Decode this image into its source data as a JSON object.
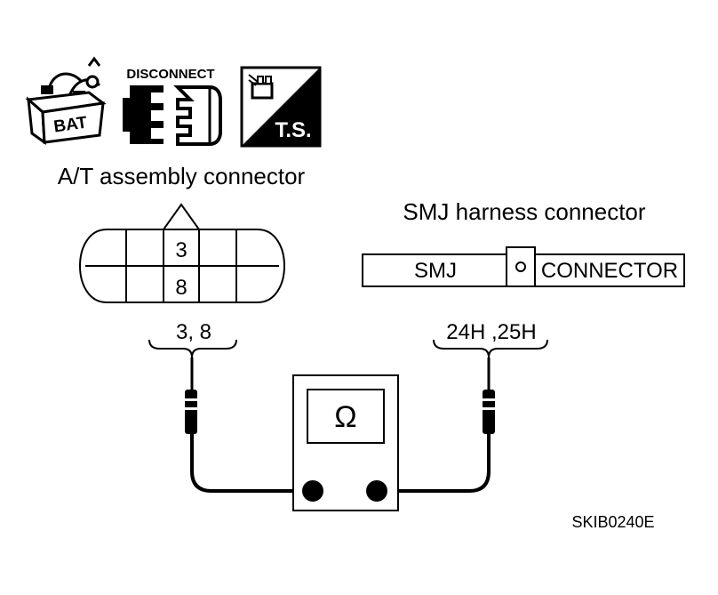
{
  "icons": {
    "battery_label": "BAT",
    "disconnect_label": "DISCONNECT",
    "ts_label": "T.S."
  },
  "at_connector": {
    "title": "A/T assembly connector",
    "pins": [
      "3",
      "8"
    ],
    "terminals_label": "3, 8"
  },
  "smj_connector": {
    "title": "SMJ harness connector",
    "left_label": "SMJ",
    "right_label": "CONNECTOR",
    "terminals_label": "24H ,25H"
  },
  "meter": {
    "symbol": "Ω"
  },
  "figure_id": "SKIB0240E"
}
